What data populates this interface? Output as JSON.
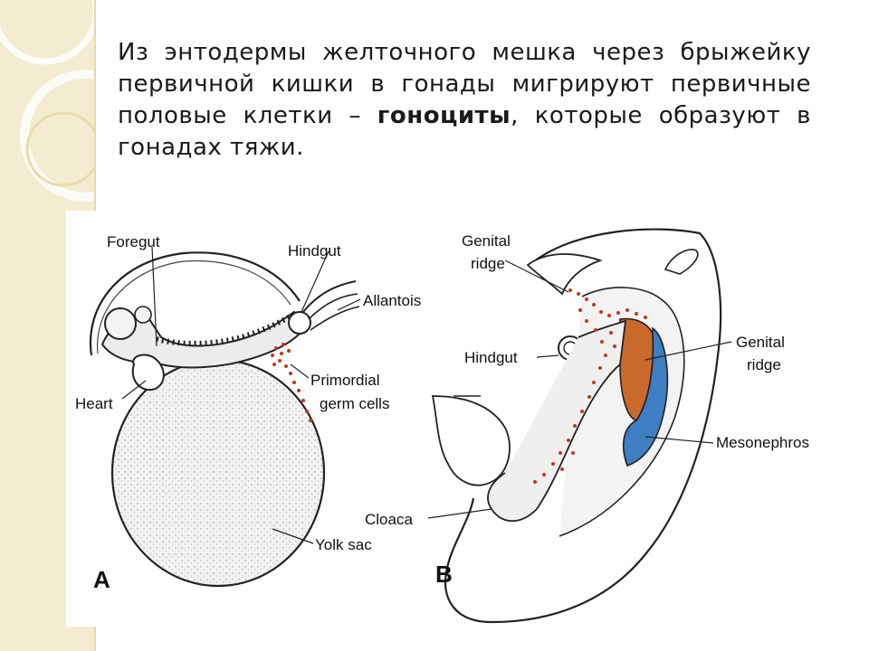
{
  "slide": {
    "text_part1": "Из энтодермы желточного мешка через брыжейку первичной кишки в гонады мигрируют первичные половые клетки – ",
    "text_bold": "гоноциты",
    "text_part2": ", которые образуют в гонадах тяжи."
  },
  "figure": {
    "panel_a": {
      "letter": "A",
      "labels": {
        "foregut": "Foregut",
        "hindgut": "Hindgut",
        "allantois": "Allantois",
        "primordial_1": "Primordial",
        "primordial_2": "germ cells",
        "heart": "Heart",
        "yolk_sac": "Yolk sac"
      }
    },
    "panel_b": {
      "letter": "B",
      "labels": {
        "genital_ridge_top_1": "Genital",
        "genital_ridge_top_2": "ridge",
        "hindgut": "Hindgut",
        "genital_ridge_right_1": "Genital",
        "genital_ridge_right_2": "ridge",
        "mesonephros": "Mesonephros",
        "cloaca": "Cloaca"
      }
    }
  },
  "colors": {
    "strip_background": "#f4ecd0",
    "germ_cells": "#c0391b",
    "genital_ridge": "#c9692c",
    "mesonephros": "#3f7ec2"
  }
}
